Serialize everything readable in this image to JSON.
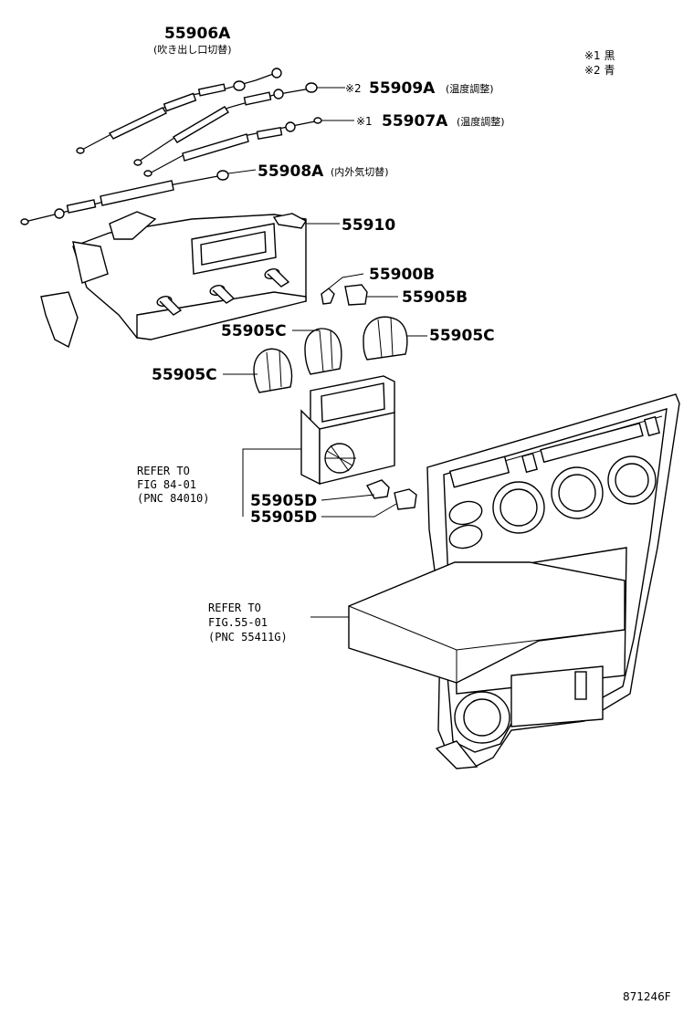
{
  "labels": {
    "p55906A": "55906A",
    "p55906A_sub": "(吹き出し口切替)",
    "mark2": "※2",
    "p55909A": "55909A",
    "p55909A_sub": "(温度調整)",
    "mark1": "※1",
    "p55907A": "55907A",
    "p55907A_sub": "(温度調整)",
    "p55908A": "55908A",
    "p55908A_sub": "(内外気切替)",
    "p55910": "55910",
    "p55900B": "55900B",
    "p55905B": "55905B",
    "p55905C_a": "55905C",
    "p55905C_b": "55905C",
    "p55905C_c": "55905C",
    "p55905D_a": "55905D",
    "p55905D_b": "55905D"
  },
  "legend": {
    "line1": "※1 黒",
    "line2": "※2 青"
  },
  "refs": {
    "ref1_line1": "REFER TO",
    "ref1_line2": "FIG 84-01",
    "ref1_line3": "(PNC 84010)",
    "ref2_line1": "REFER TO",
    "ref2_line2": "FIG.55-01",
    "ref2_line3": "(PNC 55411G)"
  },
  "diagram_code": "871246F"
}
